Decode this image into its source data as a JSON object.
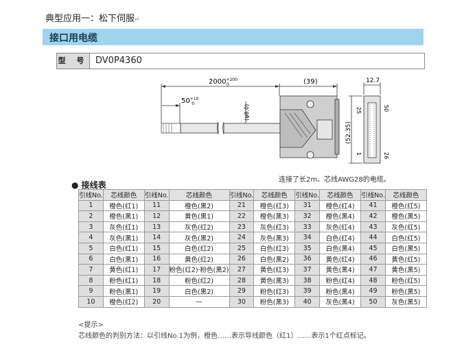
{
  "intro": "典型应用一：松下伺服",
  "return_mark": "↵",
  "section_title": "接口用电缆",
  "model": {
    "label": "型 号",
    "value": "DV0P4360"
  },
  "drawing": {
    "dim_length": "2000",
    "dim_length_tol": "+200",
    "dim_length_tol_low": "0",
    "dim_strip": "50",
    "dim_strip_tol": "+10",
    "dim_strip_tol_low": "0",
    "dim_diameter": "(φ8.0)",
    "dim_39": "(39)",
    "dim_12_7": "12.7",
    "dim_52_35": "(52.35)",
    "pin_25": "25",
    "pin_50": "50",
    "pin_1": "1",
    "pin_26": "26"
  },
  "caption": "连接了长2m、芯线AWG28的电缆。",
  "table": {
    "title": "● 接线表",
    "headers": [
      "引线No.",
      "芯线颜色",
      "引线No.",
      "芯线颜色",
      "引线No.",
      "芯线颜色",
      "引线No.",
      "芯线颜色",
      "引线No.",
      "芯线颜色"
    ],
    "rows": [
      [
        "1",
        "橙色(红1)",
        "11",
        "橙色(黑2)",
        "21",
        "橙色(红3)",
        "31",
        "橙色(红4)",
        "41",
        "橙色(红5)"
      ],
      [
        "2",
        "橙色(黑1)",
        "12",
        "黄色(黑1)",
        "22",
        "橙色(黑3)",
        "32",
        "橙色(黑4)",
        "42",
        "橙色(黑5)"
      ],
      [
        "3",
        "灰色(红1)",
        "13",
        "灰色(红2)",
        "23",
        "灰色(红3)",
        "33",
        "灰色(红4)",
        "43",
        "灰色(红5)"
      ],
      [
        "4",
        "灰色(黑1)",
        "14",
        "灰色(黑2)",
        "24",
        "灰色(黑3)",
        "34",
        "白色(红4)",
        "44",
        "白色(红5)"
      ],
      [
        "5",
        "白色(红1)",
        "15",
        "白色(红2)",
        "25",
        "白色(红3)",
        "35",
        "白色(黑4)",
        "45",
        "白色(黑5)"
      ],
      [
        "6",
        "白色(黑1)",
        "16",
        "黄色(红2)",
        "26",
        "白色(黑2)",
        "36",
        "黄色(红4)",
        "46",
        "黄色(红5)"
      ],
      [
        "7",
        "黄色(红1)",
        "17",
        "粉色(红2)·粉色(黑2)",
        "27",
        "黄色(红3)",
        "37",
        "黄色(黑4)",
        "47",
        "黄色(黑5)"
      ],
      [
        "8",
        "粉色(红1)",
        "18",
        "粉色(红2)",
        "28",
        "黄色(黑3)",
        "38",
        "粉色(红4)",
        "48",
        "粉色(红5)"
      ],
      [
        "9",
        "粉色(黑1)",
        "19",
        "白色(黑2)",
        "29",
        "粉色(红3)",
        "39",
        "粉色(黑4)",
        "49",
        "粉色(黑5)"
      ],
      [
        "10",
        "橙色(红2)",
        "20",
        "—",
        "30",
        "粉色(黑3)",
        "40",
        "灰色(黑4)",
        "50",
        "灰色(黑5)"
      ]
    ]
  },
  "note_title": "<提示>",
  "note_text": "芯线颜色的判别方法：以引线No.1为例，橙色……表示导线颜色（红1）……表示1个红点标记。"
}
